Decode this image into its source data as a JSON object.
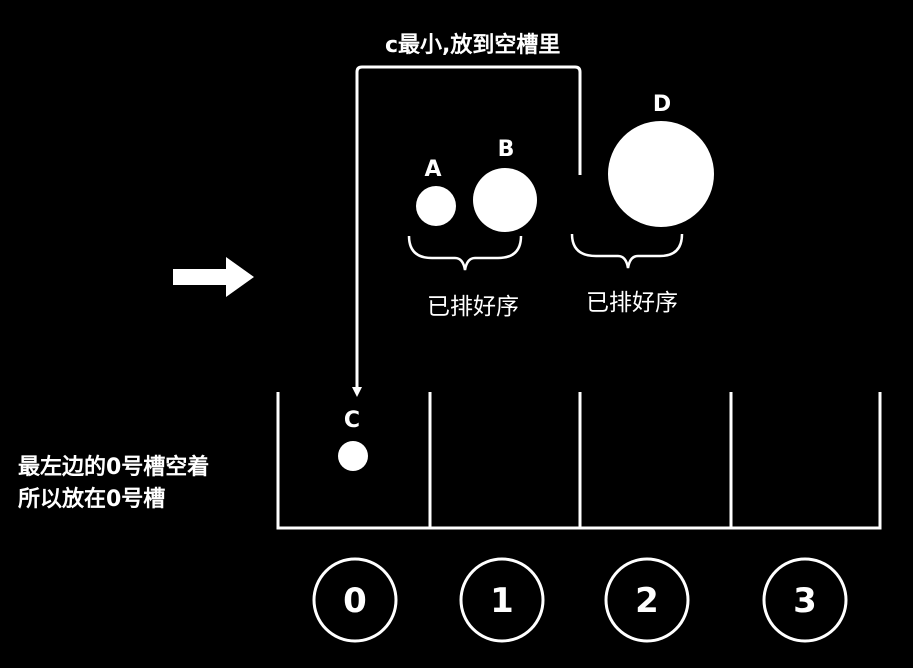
{
  "caption": "c最小,放到空槽里",
  "balls": {
    "a_label": "A",
    "b_label": "B",
    "d_label": "D",
    "c_label": "C"
  },
  "groups": {
    "left_sorted": "已排好序",
    "right_sorted": "已排好序"
  },
  "note": {
    "line1": "最左边的0号槽空着",
    "line2": "所以放在0号槽"
  },
  "slots": [
    "0",
    "1",
    "2",
    "3"
  ],
  "colors": {
    "background": "#000000",
    "foreground": "#ffffff"
  }
}
